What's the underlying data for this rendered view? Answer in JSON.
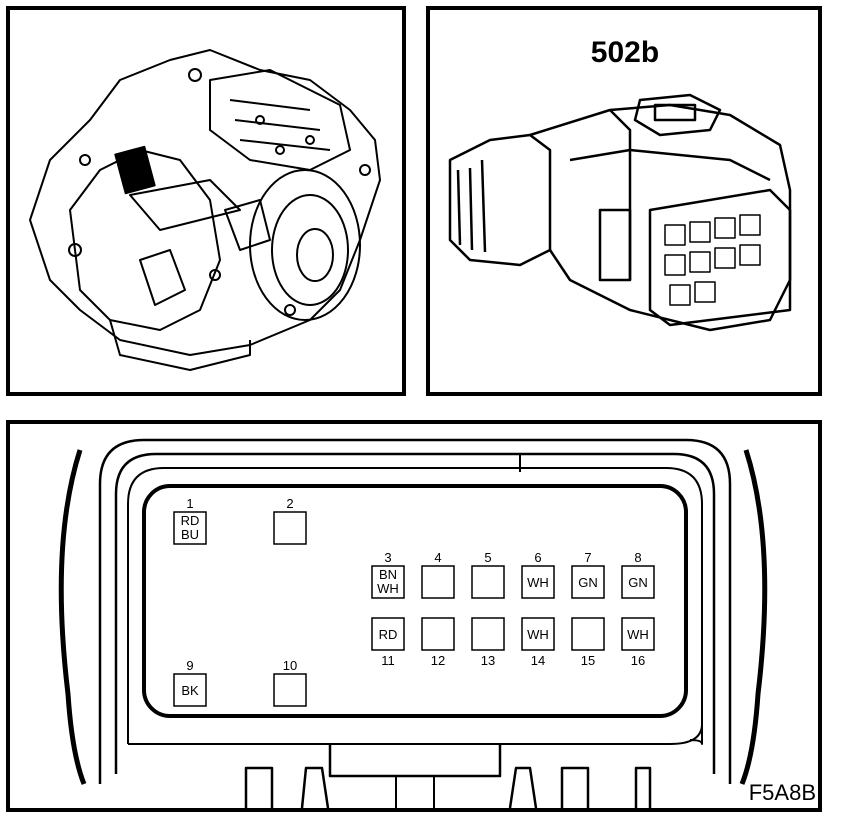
{
  "connector_title": "502b",
  "figure_code": "F5A8B",
  "pins": [
    {
      "num": "1",
      "colors": [
        "RD",
        "BU"
      ]
    },
    {
      "num": "2",
      "colors": []
    },
    {
      "num": "3",
      "colors": [
        "BN",
        "WH"
      ]
    },
    {
      "num": "4",
      "colors": []
    },
    {
      "num": "5",
      "colors": []
    },
    {
      "num": "6",
      "colors": [
        "WH"
      ]
    },
    {
      "num": "7",
      "colors": [
        "GN"
      ]
    },
    {
      "num": "8",
      "colors": [
        "GN"
      ]
    },
    {
      "num": "9",
      "colors": [
        "BK"
      ]
    },
    {
      "num": "10",
      "colors": []
    },
    {
      "num": "11",
      "colors": [
        "RD"
      ]
    },
    {
      "num": "12",
      "colors": []
    },
    {
      "num": "13",
      "colors": []
    },
    {
      "num": "14",
      "colors": [
        "WH"
      ]
    },
    {
      "num": "15",
      "colors": []
    },
    {
      "num": "16",
      "colors": [
        "WH"
      ]
    }
  ]
}
